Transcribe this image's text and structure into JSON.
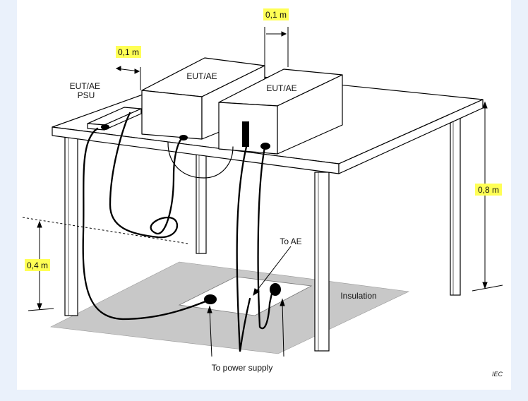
{
  "labels": {
    "dim_top_right": "0,1 m",
    "dim_top_left": "0,1 m",
    "dim_table_height": "0,8 m",
    "dim_cable_height": "0,4 m",
    "psu": [
      "EUT/AE",
      "PSU"
    ],
    "eut_left": "EUT/AE",
    "eut_right": "EUT/AE",
    "to_ae": "To AE",
    "insulation": "Insulation",
    "to_power_supply": "To power supply",
    "iec": "IEC"
  },
  "colors": {
    "highlight": "#ffff55",
    "insulation_fill": "#c8c8c8",
    "page_background": "#eaf1fb"
  }
}
